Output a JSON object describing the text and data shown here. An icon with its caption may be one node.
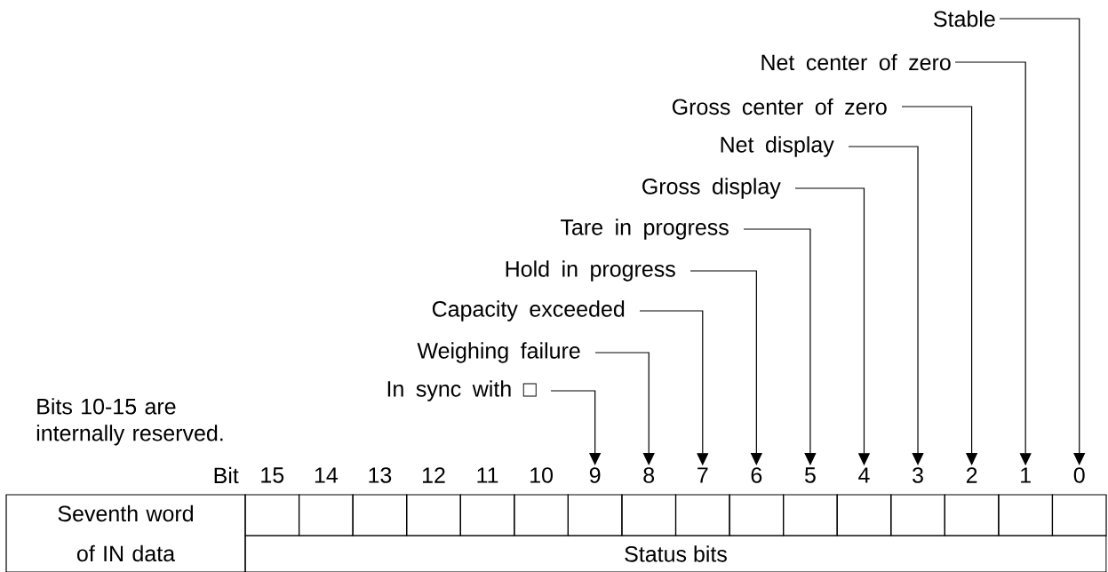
{
  "diagram": {
    "nodes": [
      {
        "text": [
          "Stable"
        ]
      },
      {
        "text": [
          "Net center of zero"
        ]
      },
      {
        "text": [
          "Gross center of zero"
        ]
      },
      {
        "text": [
          "Net display"
        ]
      },
      {
        "text": [
          "Gross display"
        ]
      },
      {
        "text": [
          "Tare in progress"
        ]
      },
      {
        "text": [
          "Hold in progress"
        ]
      },
      {
        "text": [
          "Capacity exceeded"
        ]
      },
      {
        "text": [
          "Weighing failure"
        ]
      },
      {
        "text": [
          "In sync with □"
        ]
      },
      {
        "text": [
          "9"
        ]
      },
      {
        "text": [
          "8"
        ]
      },
      {
        "text": [
          "7"
        ]
      },
      {
        "text": [
          "6"
        ]
      },
      {
        "text": [
          "5"
        ]
      },
      {
        "text": [
          "4"
        ]
      },
      {
        "text": [
          "3"
        ]
      },
      {
        "text": [
          "2"
        ]
      },
      {
        "text": [
          "1"
        ]
      },
      {
        "text": [
          "0"
        ]
      }
    ],
    "edges": [
      {
        "from": 0,
        "to": 19,
        "arrow": "to"
      },
      {
        "from": 1,
        "to": 18,
        "arrow": "to"
      },
      {
        "from": 2,
        "to": 17,
        "arrow": "to"
      },
      {
        "from": 3,
        "to": 16,
        "arrow": "to"
      },
      {
        "from": 4,
        "to": 15,
        "arrow": "to"
      },
      {
        "from": 5,
        "to": 14,
        "arrow": "to"
      },
      {
        "from": 6,
        "to": 13,
        "arrow": "to"
      },
      {
        "from": 7,
        "to": 12,
        "arrow": "to"
      },
      {
        "from": 8,
        "to": 11,
        "arrow": "to"
      },
      {
        "from": 9,
        "to": 10,
        "arrow": "to"
      }
    ],
    "labels": [
      "Bits 10-15 are internally reserved.",
      "Bit",
      "15",
      "14",
      "13",
      "12",
      "11",
      "10",
      "Seventh word of IN data",
      "Status bits"
    ]
  }
}
